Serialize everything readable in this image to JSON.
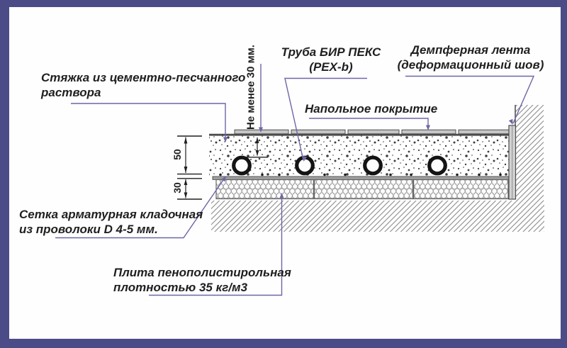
{
  "diagram": {
    "labels": {
      "screed": {
        "line1": "Стяжка из цементно-песчанного",
        "line2": "раствора"
      },
      "min_cover": "Не менее 30 мм.",
      "pipe": {
        "line1": "Труба БИР ПЕКС",
        "line2": "(PEX-b)"
      },
      "damper": {
        "line1": "Демпферная лента",
        "line2": "(деформационный шов)"
      },
      "floor_covering": "Напольное покрытие",
      "mesh": {
        "line1": "Сетка арматурная кладочная",
        "line2": "из проволоки D 4-5 мм."
      },
      "foam": {
        "line1": "Плита пенополистирольная",
        "line2": "плотностью 35 кг/м3"
      }
    },
    "dimensions": {
      "screed_thickness_mm": "50",
      "foam_thickness_mm": "30"
    }
  },
  "colors": {
    "border": "#4b4b88",
    "leader": "#6c66a6",
    "ink": "#1f1f1f",
    "drawing_line": "#4c4c4c",
    "plank_fill": "#c6c6c6",
    "mesh_fill": "#a0a0a0",
    "tape_fill": "#d2d2d2",
    "hatch": "#8c8c8c",
    "background": "#fefefe"
  }
}
